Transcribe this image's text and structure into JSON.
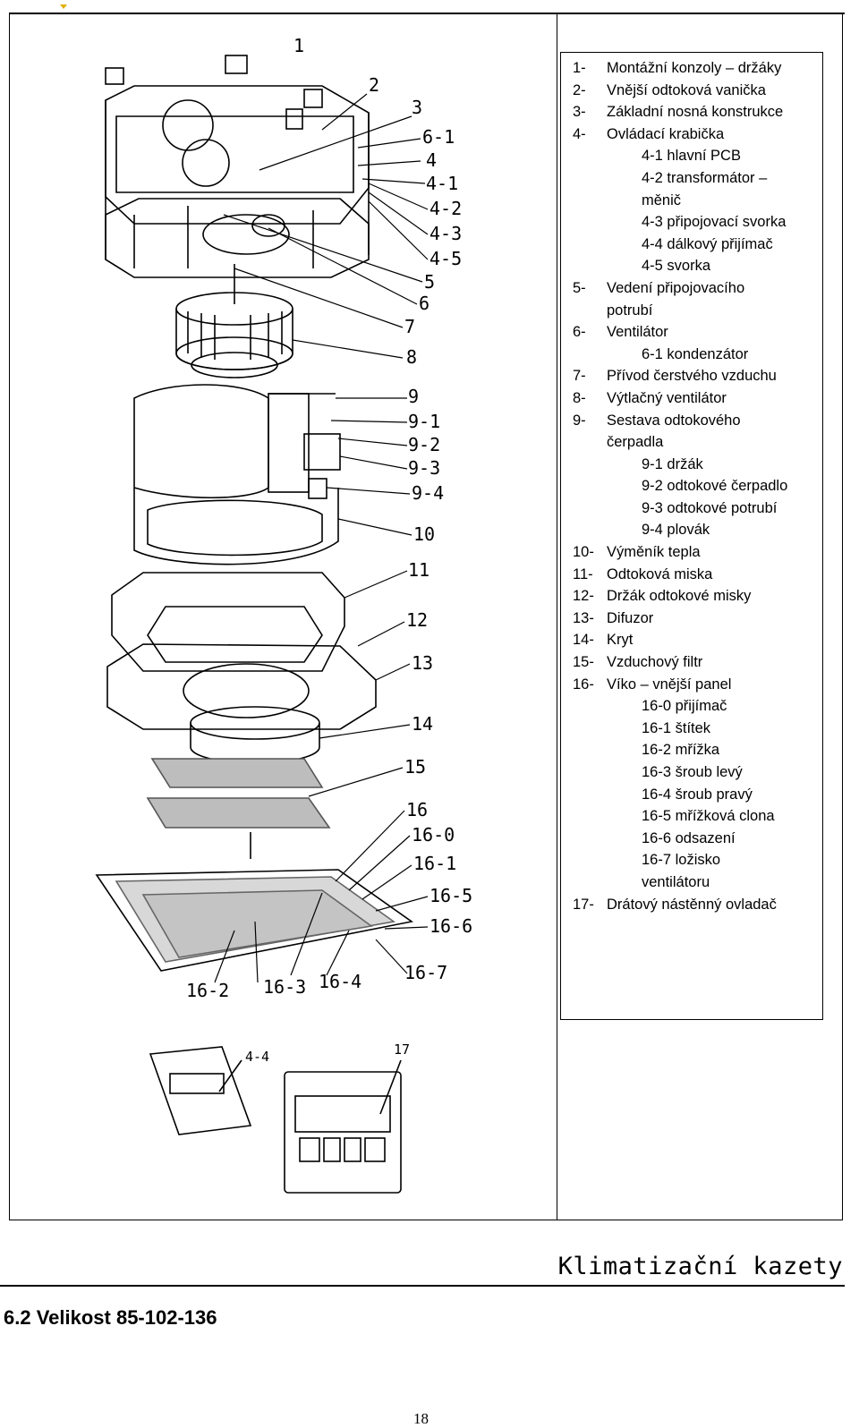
{
  "parts_list": [
    {
      "num": "1-",
      "text": "Montážní konzoly – držáky"
    },
    {
      "num": "2-",
      "text": "Vnější odtoková vanička"
    },
    {
      "num": "3-",
      "text": "Základní nosná konstrukce"
    },
    {
      "num": "4-",
      "text": "Ovládací krabička"
    },
    {
      "text": "4-1 hlavní PCB",
      "sub": true
    },
    {
      "text": "4-2 transformátor –",
      "sub": true
    },
    {
      "text": "měnič",
      "subcont": true
    },
    {
      "text": "4-3 připojovací svorka",
      "sub": true
    },
    {
      "text": "4-4 dálkový přijímač",
      "sub": true
    },
    {
      "text": "4-5 svorka",
      "sub": true
    },
    {
      "num": "5-",
      "text": "Vedení připojovacího"
    },
    {
      "text": "potrubí",
      "cont": true
    },
    {
      "num": "6-",
      "text": "Ventilátor"
    },
    {
      "text": "6-1 kondenzátor",
      "sub": true
    },
    {
      "num": "7-",
      "text": "Přívod čerstvého vzduchu"
    },
    {
      "num": "8-",
      "text": "Výtlačný ventilátor"
    },
    {
      "num": "9-",
      "text": "Sestava odtokového"
    },
    {
      "text": "čerpadla",
      "cont": true
    },
    {
      "text": "9-1 držák",
      "sub": true
    },
    {
      "text": "9-2 odtokové čerpadlo",
      "sub": true
    },
    {
      "text": "9-3 odtokové potrubí",
      "sub": true
    },
    {
      "text": "9-4 plovák",
      "sub": true
    },
    {
      "num": "10-",
      "text": "Výměník tepla"
    },
    {
      "num": "11-",
      "text": "Odtoková miska"
    },
    {
      "num": "12-",
      "text": "Držák odtokové misky"
    },
    {
      "num": "13-",
      "text": "Difuzor"
    },
    {
      "num": "14-",
      "text": "Kryt"
    },
    {
      "num": "15-",
      "text": "Vzduchový filtr"
    },
    {
      "num": "16-",
      "text": "Víko – vnější panel"
    },
    {
      "text": "16-0 přijímač",
      "sub": true
    },
    {
      "text": "16-1 štítek",
      "sub": true
    },
    {
      "text": "16-2 mřížka",
      "sub": true
    },
    {
      "text": "16-3 šroub levý",
      "sub": true
    },
    {
      "text": "16-4 šroub pravý",
      "sub": true
    },
    {
      "text": "16-5 mřížková clona",
      "sub": true
    },
    {
      "text": "16-6 odsazení",
      "sub": true
    },
    {
      "text": "16-7 ložisko",
      "sub": true
    },
    {
      "text": "ventilátoru",
      "subcont": true
    },
    {
      "num": "17-",
      "text": "Drátový nástěnný ovladač"
    }
  ],
  "diagram_labels": {
    "l1": "1",
    "l2": "2",
    "l3": "3",
    "l6_1": "6-1",
    "l4": "4",
    "l4_1": "4-1",
    "l4_2": "4-2",
    "l4_3": "4-3",
    "l4_5": "4-5",
    "l5": "5",
    "l6": "6",
    "l7": "7",
    "l8": "8",
    "l9": "9",
    "l9_1": "9-1",
    "l9_2": "9-2",
    "l9_3": "9-3",
    "l9_4": "9-4",
    "l10": "10",
    "l11": "11",
    "l12": "12",
    "l13": "13",
    "l14": "14",
    "l15": "15",
    "l16": "16",
    "l16_0": "16-0",
    "l16_1": "16-1",
    "l16_5": "16-5",
    "l16_6": "16-6",
    "l16_7": "16-7",
    "l16_2": "16-2",
    "l16_3": "16-3",
    "l16_4": "16-4",
    "l4_4": "4-4",
    "l17": "17"
  },
  "footer": {
    "title": "Klimatizační kazety",
    "section": "6.2 Velikost 85-102-136",
    "page_number": "18"
  }
}
